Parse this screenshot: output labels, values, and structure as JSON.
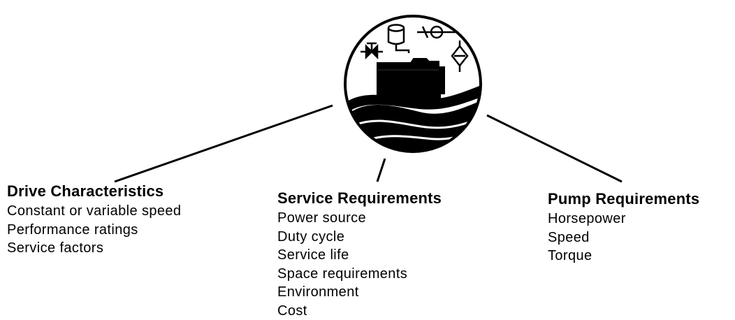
{
  "groups": [
    {
      "id": "drive",
      "heading": "Drive Characteristics",
      "items": [
        "Constant or variable speed",
        "Performance ratings",
        "Service factors"
      ]
    },
    {
      "id": "service",
      "heading": "Service Requirements",
      "items": [
        "Power source",
        "Duty cycle",
        "Service life",
        "Space requirements",
        "Environment",
        "Cost"
      ]
    },
    {
      "id": "pump",
      "heading": "Pump Requirements",
      "items": [
        "Horsepower",
        "Speed",
        "Torque"
      ]
    }
  ],
  "icons": {
    "emblem": "pump-drive-emblem-icon",
    "valve": "valve-icon",
    "tank": "tank-icon",
    "check_valve": "check-valve-icon",
    "filter": "filter-icon",
    "motor": "motor-icon"
  },
  "colors": {
    "ink": "#000000",
    "paper": "#ffffff"
  }
}
